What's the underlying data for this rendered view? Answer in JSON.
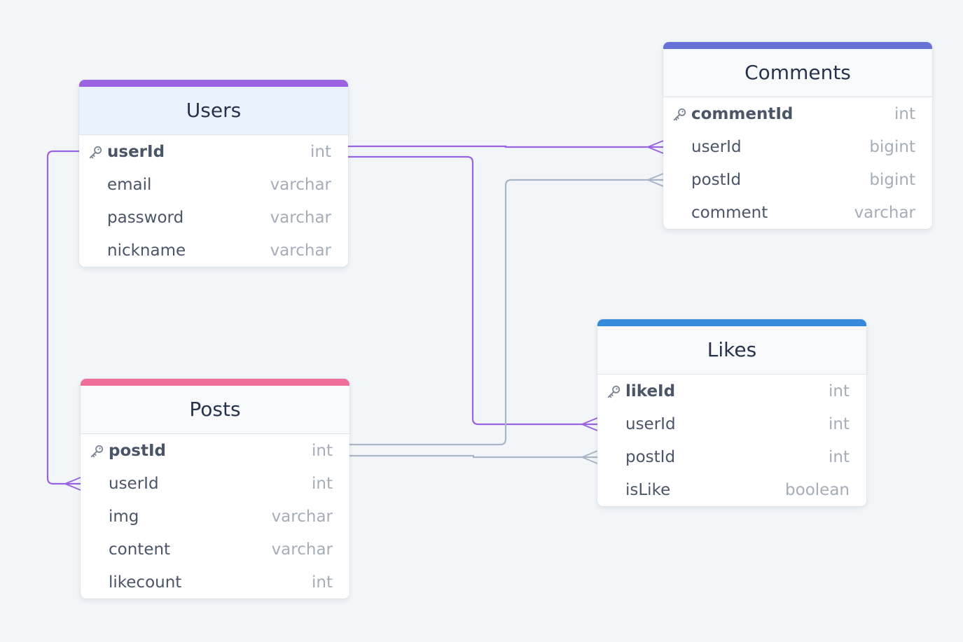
{
  "diagram": {
    "tables": [
      {
        "id": "users",
        "title": "Users",
        "accent": "#9b63e2",
        "highlight": true,
        "fields": [
          {
            "name": "userId",
            "type": "int",
            "pk": true
          },
          {
            "name": "email",
            "type": "varchar",
            "pk": false
          },
          {
            "name": "password",
            "type": "varchar",
            "pk": false
          },
          {
            "name": "nickname",
            "type": "varchar",
            "pk": false
          }
        ]
      },
      {
        "id": "posts",
        "title": "Posts",
        "accent": "#f06e9a",
        "highlight": false,
        "fields": [
          {
            "name": "postId",
            "type": "int",
            "pk": true
          },
          {
            "name": "userId",
            "type": "int",
            "pk": false
          },
          {
            "name": "img",
            "type": "varchar",
            "pk": false
          },
          {
            "name": "content",
            "type": "varchar",
            "pk": false
          },
          {
            "name": "likecount",
            "type": "int",
            "pk": false
          }
        ]
      },
      {
        "id": "comments",
        "title": "Comments",
        "accent": "#6672d6",
        "highlight": false,
        "fields": [
          {
            "name": "commentId",
            "type": "int",
            "pk": true
          },
          {
            "name": "userId",
            "type": "bigint",
            "pk": false
          },
          {
            "name": "postId",
            "type": "bigint",
            "pk": false
          },
          {
            "name": "comment",
            "type": "varchar",
            "pk": false
          }
        ]
      },
      {
        "id": "likes",
        "title": "Likes",
        "accent": "#3689dc",
        "highlight": false,
        "fields": [
          {
            "name": "likeId",
            "type": "int",
            "pk": true
          },
          {
            "name": "userId",
            "type": "int",
            "pk": false
          },
          {
            "name": "postId",
            "type": "int",
            "pk": false
          },
          {
            "name": "isLike",
            "type": "boolean",
            "pk": false
          }
        ]
      }
    ],
    "relationships": [
      {
        "from": "users.userId",
        "to": "posts.userId",
        "color": "#9b63e2"
      },
      {
        "from": "users.userId",
        "to": "comments.userId",
        "color": "#9b63e2"
      },
      {
        "from": "users.userId",
        "to": "likes.userId",
        "color": "#9b63e2"
      },
      {
        "from": "posts.postId",
        "to": "comments.postId",
        "color": "#a8b6c6"
      },
      {
        "from": "posts.postId",
        "to": "likes.postId",
        "color": "#a8b6c6"
      }
    ]
  }
}
